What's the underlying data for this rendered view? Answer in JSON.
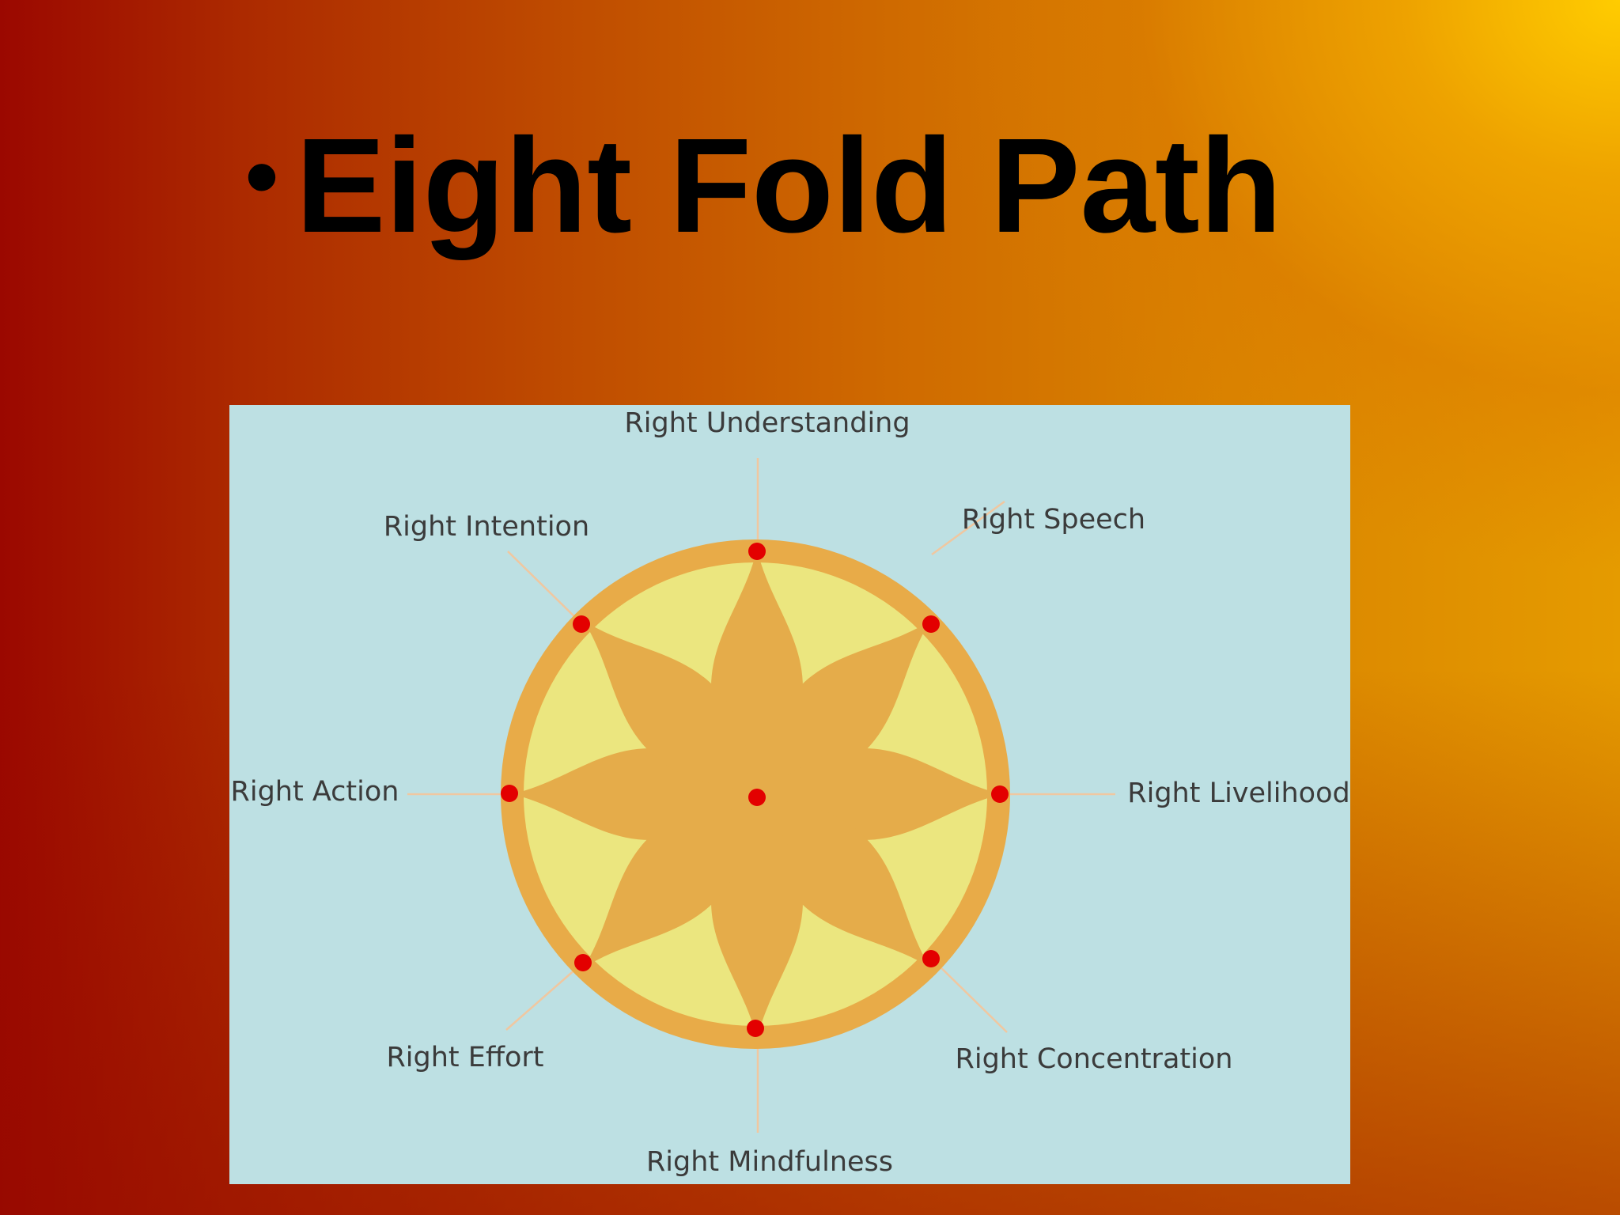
{
  "slide": {
    "bullet": "•",
    "title": "Eight Fold Path"
  },
  "diagram": {
    "labels": {
      "top": "Right Understanding",
      "top_right": "Right Speech",
      "right": "Right Livelihood",
      "bottom_right": "Right Concentration",
      "bottom": "Right Mindfulness",
      "bottom_left": "Right Effort",
      "left": "Right Action",
      "top_left": "Right Intention"
    },
    "colors": {
      "background": "#bde0e3",
      "outer_ring": "#e8ab48",
      "inner_disc": "#ebe67f",
      "petal": "#e5ac4a",
      "dot": "#e30000",
      "connector": "#f0c7a0"
    }
  }
}
